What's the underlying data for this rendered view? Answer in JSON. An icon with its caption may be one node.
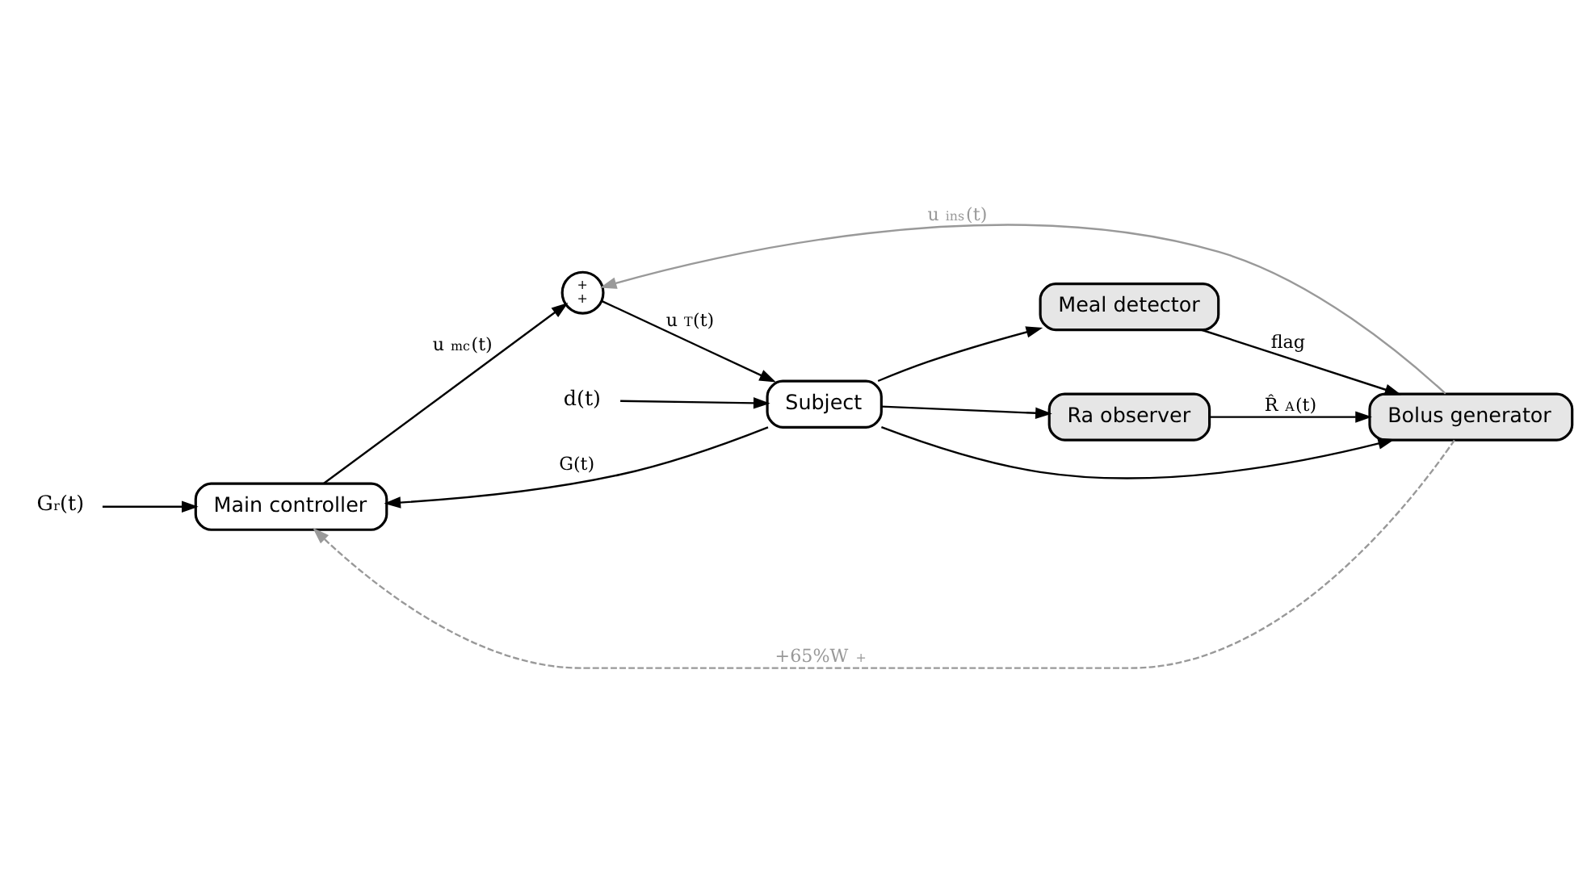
{
  "diagram": {
    "nodes": [
      {
        "text": [
          "Main controller"
        ]
      },
      {
        "text": [
          "+",
          "+"
        ]
      },
      {
        "text": [
          "Subject"
        ]
      },
      {
        "text": [
          "Ra observer"
        ]
      },
      {
        "text": [
          "Bolus generator"
        ]
      },
      {
        "text": [
          "Meal detector"
        ]
      },
      {
        "text": [
          "G$_{r}$(t)"
        ]
      },
      {
        "text": [
          "d(t)"
        ]
      }
    ],
    "edges": [
      {
        "from": 0,
        "to": 1,
        "arrow": "to",
        "label": "u$_{mc}$(t)"
      },
      {
        "from": 1,
        "to": 2,
        "arrow": "to",
        "label": "u$_{T}$(t)"
      },
      {
        "from": 7,
        "to": 2,
        "arrow": "to"
      },
      {
        "from": 2,
        "to": 0,
        "arrow": "to",
        "label": "G(t)"
      },
      {
        "from": 2,
        "to": 3,
        "arrow": "to"
      },
      {
        "from": 2,
        "to": 4,
        "arrow": "to"
      },
      {
        "from": 2,
        "to": 5,
        "arrow": "to"
      },
      {
        "from": 3,
        "to": 4,
        "arrow": "to",
        "label": "R̂$_{A}$(t)"
      },
      {
        "from": 5,
        "to": 4,
        "arrow": "to",
        "label": "flag"
      },
      {
        "from": 4,
        "to": 1,
        "arrow": "to",
        "label": "u$_{ins}$(t)",
        "color": "#999999"
      },
      {
        "from": 4,
        "to": 0,
        "arrow": "to",
        "label": "+65%W$^{+}$",
        "color": "#999999",
        "style": "dashed"
      },
      {
        "from": 6,
        "to": 0,
        "arrow": "to"
      }
    ]
  }
}
